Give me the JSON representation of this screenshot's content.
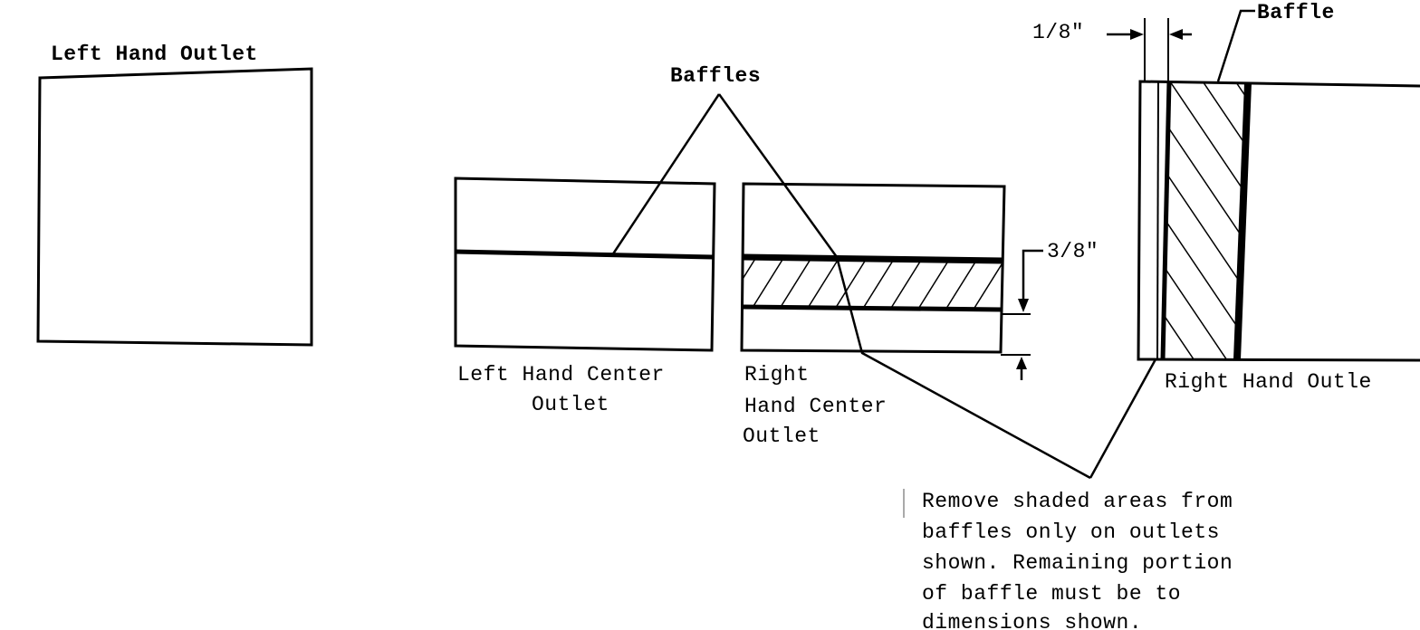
{
  "labels": {
    "left_hand_outlet": "Left Hand Outlet",
    "baffles": "Baffles",
    "baffle": "Baffle",
    "left_hand_center_line1": "Left Hand Center",
    "left_hand_center_line2": "Outlet",
    "right_hand_center_line1": "Right",
    "right_hand_center_line2": "Hand Center",
    "right_hand_center_line3": "Outlet",
    "right_hand_outlet": "Right Hand Outle",
    "dim_eighth": "1/8\"",
    "dim_three_eighths": "3/8\""
  },
  "note": {
    "line1": "Remove shaded areas from",
    "line2": "baffles only on outlets",
    "line3": "shown.  Remaining portion",
    "line4": "of baffle must be to",
    "line5": "dimensions shown."
  },
  "colors": {
    "ink": "#000000",
    "paper": "#ffffff"
  }
}
